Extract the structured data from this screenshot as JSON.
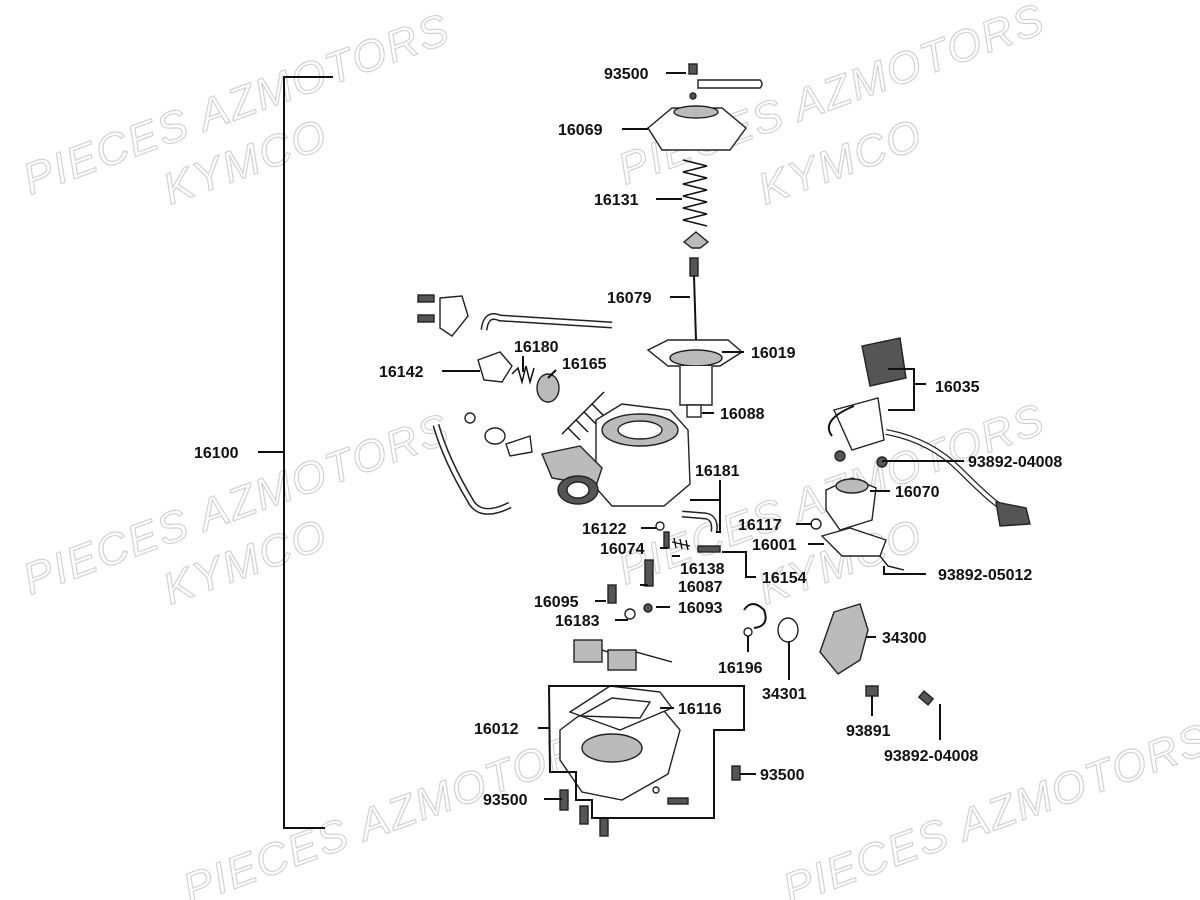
{
  "watermarks": {
    "brand_a": "PIECES AZMOTORS",
    "brand_b": "KYMCO"
  },
  "labels": {
    "p93500_top": "93500",
    "p16069": "16069",
    "p16131": "16131",
    "p16079": "16079",
    "p16019": "16019",
    "p16088": "16088",
    "p16180": "16180",
    "p16165": "16165",
    "p16142": "16142",
    "p16100": "16100",
    "p16035": "16035",
    "p93892_04008_a": "93892-04008",
    "p16070": "16070",
    "p16181": "16181",
    "p16117": "16117",
    "p16001": "16001",
    "p16122": "16122",
    "p16074": "16074",
    "p16138": "16138",
    "p16154": "16154",
    "p93892_05012": "93892-05012",
    "p16087": "16087",
    "p16095": "16095",
    "p16093": "16093",
    "p16183": "16183",
    "p16196": "16196",
    "p34300": "34300",
    "p34301": "34301",
    "p16116": "16116",
    "p16012": "16012",
    "p93891": "93891",
    "p93892_04008_b": "93892-04008",
    "p93500_right": "93500",
    "p93500_bottom": "93500"
  }
}
